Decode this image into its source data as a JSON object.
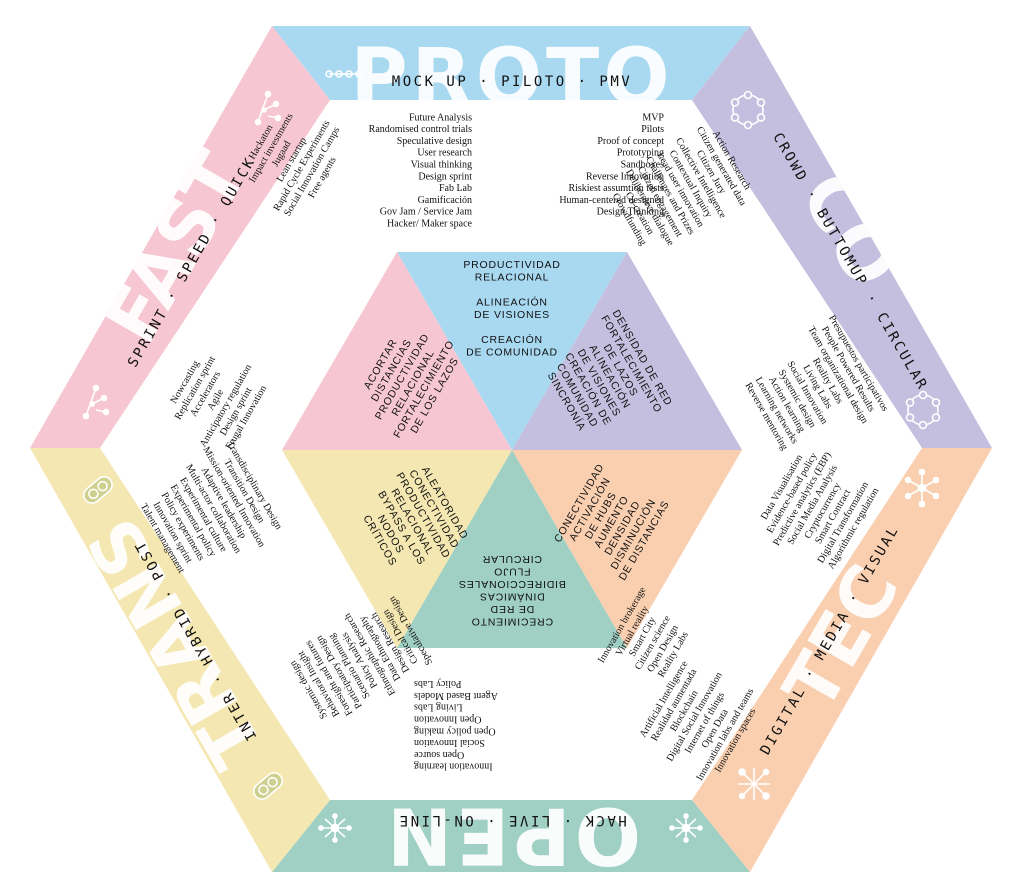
{
  "colors": {
    "blue": "#a9d9f1",
    "purple": "#c5bfdf",
    "peach": "#f9cfb0",
    "teal": "#9fd0c3",
    "yellow": "#f4e7b1",
    "pink": "#f6c7d2",
    "ink": "#111111",
    "white": "#ffffff"
  },
  "bands": {
    "top": {
      "title": "PROTO",
      "subtitle": "MOCK UP · PILOTO · PMV"
    },
    "upper_right": {
      "title": "CO",
      "subtitle": "CROWD · BUTTOMUP · CIRCULAR"
    },
    "lower_right": {
      "title": "TEC",
      "subtitle": "DIGITAL · MEDIA · VISUAL"
    },
    "bottom": {
      "title": "OPEN",
      "subtitle": "HACK · LIVE · ON-LINE"
    },
    "lower_left": {
      "title": "TRANS",
      "subtitle": "INTER · HYBRID · POST"
    },
    "upper_left": {
      "title": "FAST",
      "subtitle": "SPRINT · SPEED · QUICK"
    }
  },
  "icons": {
    "top": "chain-icon",
    "upper_right_top": "ring-network-icon",
    "upper_right_bottom": "ring-network-icon",
    "lower_right_top": "star-network-icon",
    "lower_right_bottom": "star-network-icon",
    "bottom_left": "burst-network-icon",
    "bottom_right": "burst-network-icon",
    "lower_left_top": "linked-circles-icon",
    "lower_left_bottom": "linked-circles-icon",
    "upper_left_top": "branch-network-icon",
    "upper_left_bottom": "branch-network-icon"
  },
  "triangles": {
    "top": {
      "lines": [
        "PRODUCTIVIDAD",
        "RELACIONAL",
        "",
        "ALINEACIÓN",
        "DE VISIONES",
        "",
        "CREACIÓN",
        "DE COMUNIDAD"
      ]
    },
    "upper_right": {
      "lines": [
        "DENSIDAD DE RED",
        "FORTALECIMIENTO",
        "DE LAZOS",
        "ALINEACIÓN",
        "DE VISIONES",
        "CREACIÓN DE",
        "COMUNIDAD",
        "SINCRONÍA"
      ]
    },
    "lower_right": {
      "lines": [
        "CONECTIVIDAD",
        "ACTIVACIÓN",
        "DE HUBS",
        "AUMENTO",
        "DENSIDAD",
        "DISMINUCIÓN",
        "DE DISTANCIAS"
      ]
    },
    "bottom": {
      "lines": [
        "CRECIMIENTO",
        "DE RED",
        "DINÁMICAS",
        "BIDIRECCIONALES",
        "FLUJO",
        "CIRCULAR"
      ]
    },
    "lower_left": {
      "lines": [
        "ALEATORIDAD",
        "CONECTIVIDAD",
        "PRODUCTIVIDAD",
        "RELACIONAL",
        "BYPASS A LOS",
        "NODOS",
        "CRÍTICOS"
      ]
    },
    "upper_left": {
      "lines": [
        "ACORTAR",
        "DISTANCIAS",
        "PRODUCTIVIDAD",
        "RELACIONAL",
        "FORTALECIMIENTO",
        "DE LOS LAZOS"
      ]
    }
  },
  "lists": {
    "top_left_a": [
      "Future Analysis",
      "Randomised control trials",
      "Speculative design",
      "User research",
      "Visual thinking",
      "Design sprint",
      "Fab Lab",
      "Gamificación",
      "Gov Jam / Service Jam",
      "Hacker/ Maker space"
    ],
    "top_left_b": [
      "Hackaton",
      "Impact investments",
      "Jugaad",
      "Lean startup",
      "Rapid Cycle Experiments",
      "Social Innovation Camps",
      "Free agents"
    ],
    "top_right_a": [
      "MVP",
      "Pilots",
      "Proof of concept",
      "Prototyping",
      "Sandboxes",
      "Reverse Innovation",
      "Riskiest assumtion tests",
      "Human-centered designed",
      "Design Thinking"
    ],
    "top_right_b": [
      "Action Research",
      "Citizen generated data",
      "Citizen Jury",
      "Collective Intelligence",
      "Contextual Inquiry",
      "Lead user innovation",
      "Challenges and Prizes",
      "Citizen engagement",
      "Deliberative dialogue",
      "Co-creation",
      "Crowdfunding"
    ],
    "right_a": [
      "Presupuestos participativos",
      "People Powered Results",
      "Team organizational design",
      "Reality Labs",
      "Living Labs",
      "Social Innovation",
      "Systemic design",
      "Action learning",
      "Learning networks",
      "Reverse mentoring"
    ],
    "right_b": [
      "Data Visualisation",
      "Evidence-based policy",
      "Predictive analytics (EBP)",
      "Social Media Analysis",
      "Cryptocurrency",
      "Smart Contract",
      "Digital Transformation",
      "Algorithmic regulation"
    ],
    "bottom_right_a": [
      "Innovation brokerage",
      "Virtual reality",
      "Smart City",
      "Citizen science",
      "Open Design",
      "Reality Labs"
    ],
    "bottom_right_b": [
      "Artificial Intelligence",
      "Realidad aumentada",
      "Blockchain",
      "Digital Social Innovation",
      "Internet of things",
      "Open Data",
      "Innovation labs and teams",
      "Innovation spaces"
    ],
    "bottom_left_a": [
      "Systemic design",
      "Behavioral Insight",
      "Foresight and futures",
      "Participatory Design",
      "Scenario Planning",
      "Policy Analysis",
      "Ethnographic Research",
      "Data Ethnography",
      "Design Research",
      "Critical Design",
      "Speculative Design"
    ],
    "bottom_left_b": [
      "Innovation learning",
      "Open source",
      "Social Innovation",
      "Open policy making",
      "Open Innovation",
      "Living Labs",
      "Agent Based Models",
      "Policy Labs"
    ],
    "left_a": [
      "Nowcasting",
      "Replication sprint",
      "Accelerators",
      "Agile",
      "Anticipatory regulation",
      "Design sprint",
      "Frugal Innovation"
    ],
    "left_b": [
      "Transdisciplinary Design",
      "Transition Design",
      "Mission-oriented Innovation",
      "Adaptive leadership",
      "Multi-actor collaboration",
      "Experimental culture",
      "Experimental policy",
      "Policy experiments",
      "Innovation sprint",
      "Talent management"
    ]
  }
}
